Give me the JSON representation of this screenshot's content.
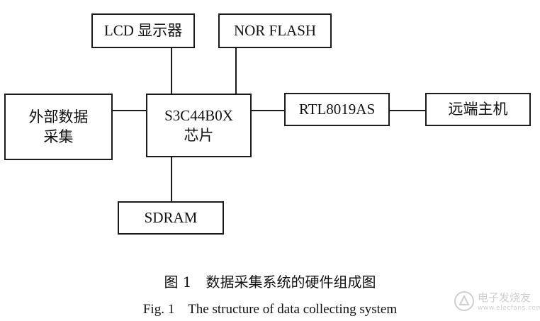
{
  "diagram": {
    "boxes": {
      "lcd": {
        "label": "LCD 显示器"
      },
      "nor": {
        "label": "NOR FLASH"
      },
      "external": {
        "line1": "外部数据",
        "line2": "采集"
      },
      "cpu": {
        "line1": "S3C44B0X",
        "line2": "芯片"
      },
      "rtl": {
        "label": "RTL8019AS"
      },
      "remote": {
        "label": "远端主机"
      },
      "sdram": {
        "label": "SDRAM"
      }
    }
  },
  "caption": {
    "chinese": "图 1　数据采集系统的硬件组成图",
    "english": "Fig. 1　The structure of  data collecting system"
  },
  "watermark": {
    "text": "电子发烧友",
    "sub": "www.elecfans.com"
  }
}
